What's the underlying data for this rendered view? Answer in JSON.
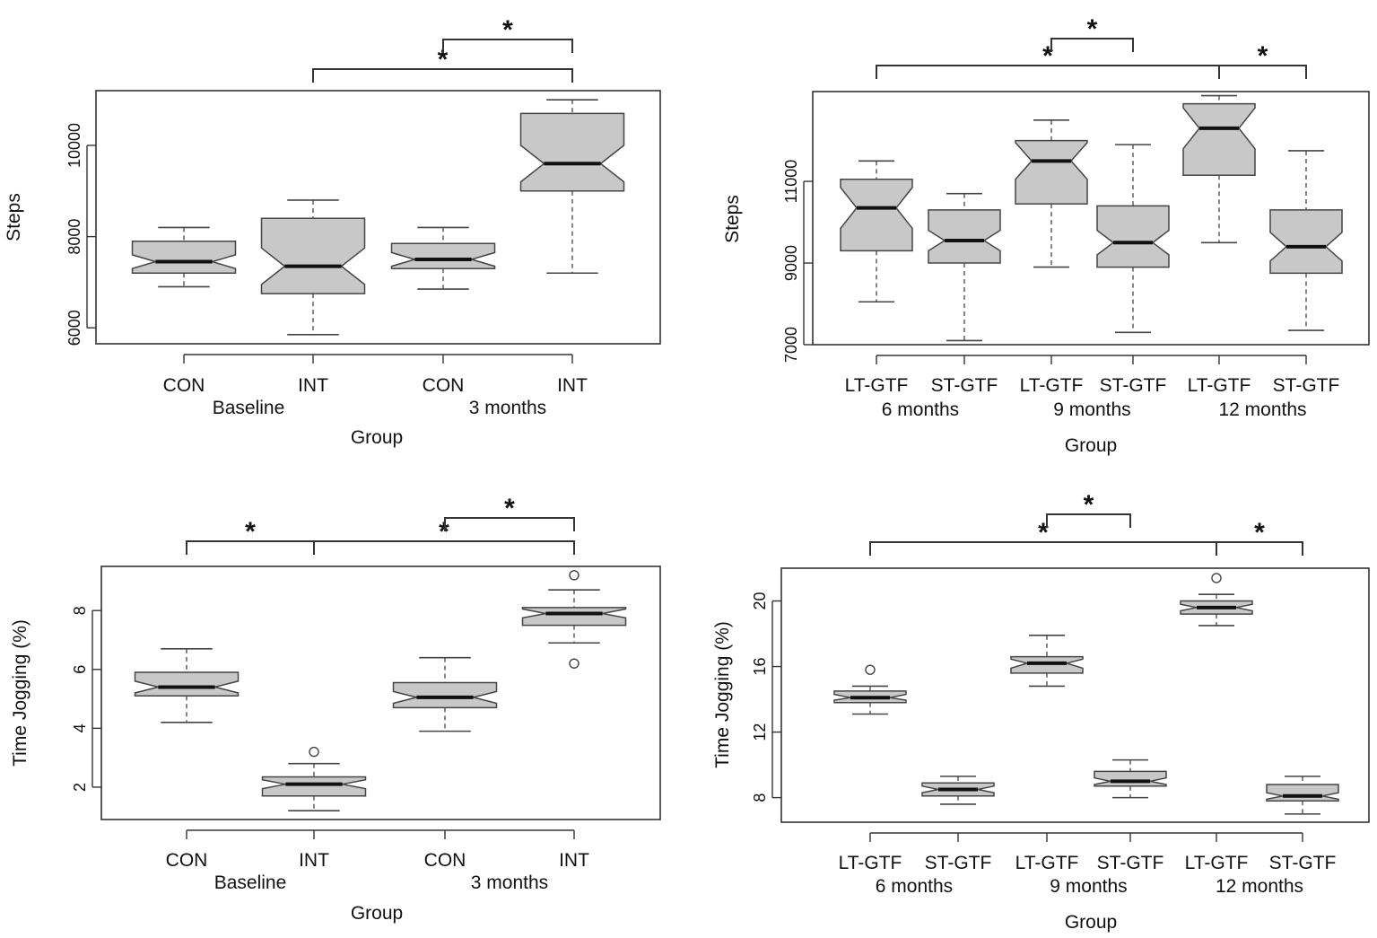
{
  "chart_data": [
    {
      "type": "boxplot",
      "ylabel": "Steps",
      "xlabel": "Group",
      "ylim": [
        5650,
        11200
      ],
      "yticks": [
        6000,
        8000,
        10000
      ],
      "categories": [
        "CON",
        "INT",
        "CON",
        "INT"
      ],
      "groups": [
        {
          "label": "Baseline",
          "span": [
            0,
            1
          ]
        },
        {
          "label": "3 months",
          "span": [
            2,
            3
          ]
        }
      ],
      "boxes": [
        {
          "min": 6900,
          "q1": 7200,
          "median": 7450,
          "q3": 7900,
          "max": 8200,
          "notch": [
            7300,
            7600
          ],
          "outliers": []
        },
        {
          "min": 5850,
          "q1": 6750,
          "median": 7350,
          "q3": 8400,
          "max": 8800,
          "notch": [
            6950,
            7750
          ],
          "outliers": []
        },
        {
          "min": 6850,
          "q1": 7300,
          "median": 7500,
          "q3": 7850,
          "max": 8200,
          "notch": [
            7350,
            7650
          ],
          "outliers": []
        },
        {
          "min": 7200,
          "q1": 9000,
          "median": 9600,
          "q3": 10700,
          "max": 11000,
          "notch": [
            9200,
            10000
          ],
          "outliers": []
        }
      ],
      "significance": [
        {
          "from": 1,
          "to": 3,
          "label": "*"
        },
        {
          "from": 2,
          "to": 3,
          "label": "*"
        }
      ]
    },
    {
      "type": "boxplot",
      "ylabel": "Steps",
      "xlabel": "Group",
      "ylim": [
        7000,
        13200
      ],
      "yticks": [
        7000,
        9000,
        11000
      ],
      "categories": [
        "LT-GTF",
        "ST-GTF",
        "LT-GTF",
        "ST-GTF",
        "LT-GTF",
        "ST-GTF"
      ],
      "groups": [
        {
          "label": "6 months",
          "span": [
            0,
            1
          ]
        },
        {
          "label": "9 months",
          "span": [
            2,
            3
          ]
        },
        {
          "label": "12 months",
          "span": [
            4,
            5
          ]
        }
      ],
      "boxes": [
        {
          "min": 8050,
          "q1": 9300,
          "median": 10350,
          "q3": 11050,
          "max": 11500,
          "notch": [
            9850,
            10850
          ],
          "outliers": []
        },
        {
          "min": 7100,
          "q1": 9000,
          "median": 9550,
          "q3": 10300,
          "max": 10700,
          "notch": [
            9300,
            9800
          ],
          "outliers": []
        },
        {
          "min": 8900,
          "q1": 10450,
          "median": 11500,
          "q3": 12000,
          "max": 12500,
          "notch": [
            11050,
            11950
          ],
          "outliers": []
        },
        {
          "min": 7300,
          "q1": 8900,
          "median": 9500,
          "q3": 10400,
          "max": 11900,
          "notch": [
            9200,
            9800
          ],
          "outliers": []
        },
        {
          "min": 9500,
          "q1": 11150,
          "median": 12300,
          "q3": 12900,
          "max": 13100,
          "notch": [
            11800,
            12800
          ],
          "outliers": []
        },
        {
          "min": 7350,
          "q1": 8750,
          "median": 9400,
          "q3": 10300,
          "max": 11750,
          "notch": [
            9050,
            9750
          ],
          "outliers": []
        }
      ],
      "significance": [
        {
          "from": 0,
          "to": 4,
          "label": "*"
        },
        {
          "from": 2,
          "to": 3,
          "label": "*"
        },
        {
          "from": 4,
          "to": 5,
          "label": "*"
        }
      ]
    },
    {
      "type": "boxplot",
      "ylabel": "Time Jogging (%)",
      "xlabel": "Group",
      "ylim": [
        0.9,
        9.5
      ],
      "yticks": [
        2,
        4,
        6,
        8
      ],
      "categories": [
        "CON",
        "INT",
        "CON",
        "INT"
      ],
      "groups": [
        {
          "label": "Baseline",
          "span": [
            0,
            1
          ]
        },
        {
          "label": "3 months",
          "span": [
            2,
            3
          ]
        }
      ],
      "boxes": [
        {
          "min": 4.2,
          "q1": 5.1,
          "median": 5.4,
          "q3": 5.9,
          "max": 6.7,
          "notch": [
            5.2,
            5.6
          ],
          "outliers": []
        },
        {
          "min": 1.2,
          "q1": 1.7,
          "median": 2.1,
          "q3": 2.35,
          "max": 2.8,
          "notch": [
            1.95,
            2.25
          ],
          "outliers": [
            3.2
          ]
        },
        {
          "min": 3.9,
          "q1": 4.7,
          "median": 5.05,
          "q3": 5.55,
          "max": 6.4,
          "notch": [
            4.85,
            5.25
          ],
          "outliers": []
        },
        {
          "min": 6.9,
          "q1": 7.5,
          "median": 7.9,
          "q3": 8.1,
          "max": 8.7,
          "notch": [
            7.75,
            8.05
          ],
          "outliers": [
            9.2,
            6.2
          ]
        }
      ],
      "significance": [
        {
          "from": 0,
          "to": 1,
          "label": "*"
        },
        {
          "from": 1,
          "to": 3,
          "label": "*"
        },
        {
          "from": 2,
          "to": 3,
          "label": "*"
        }
      ]
    },
    {
      "type": "boxplot",
      "ylabel": "Time Jogging (%)",
      "xlabel": "Group",
      "ylim": [
        6.5,
        22.0
      ],
      "yticks": [
        8,
        12,
        16,
        20
      ],
      "categories": [
        "LT-GTF",
        "ST-GTF",
        "LT-GTF",
        "ST-GTF",
        "LT-GTF",
        "ST-GTF"
      ],
      "groups": [
        {
          "label": "6 months",
          "span": [
            0,
            1
          ]
        },
        {
          "label": "9 months",
          "span": [
            2,
            3
          ]
        },
        {
          "label": "12 months",
          "span": [
            4,
            5
          ]
        }
      ],
      "boxes": [
        {
          "min": 13.1,
          "q1": 13.8,
          "median": 14.1,
          "q3": 14.5,
          "max": 14.8,
          "notch": [
            13.95,
            14.3
          ],
          "outliers": [
            15.8
          ]
        },
        {
          "min": 7.6,
          "q1": 8.1,
          "median": 8.5,
          "q3": 8.9,
          "max": 9.3,
          "notch": [
            8.3,
            8.7
          ],
          "outliers": []
        },
        {
          "min": 14.8,
          "q1": 15.6,
          "median": 16.2,
          "q3": 16.6,
          "max": 17.9,
          "notch": [
            15.9,
            16.45
          ],
          "outliers": []
        },
        {
          "min": 8.0,
          "q1": 8.7,
          "median": 9.0,
          "q3": 9.6,
          "max": 10.3,
          "notch": [
            8.8,
            9.2
          ],
          "outliers": []
        },
        {
          "min": 18.5,
          "q1": 19.2,
          "median": 19.6,
          "q3": 20.0,
          "max": 20.4,
          "notch": [
            19.4,
            19.8
          ],
          "outliers": [
            21.4
          ]
        },
        {
          "min": 7.0,
          "q1": 7.8,
          "median": 8.1,
          "q3": 8.8,
          "max": 9.3,
          "notch": [
            7.9,
            8.3
          ],
          "outliers": []
        }
      ],
      "significance": [
        {
          "from": 0,
          "to": 4,
          "label": "*"
        },
        {
          "from": 2,
          "to": 3,
          "label": "*"
        },
        {
          "from": 4,
          "to": 5,
          "label": "*"
        }
      ]
    }
  ]
}
